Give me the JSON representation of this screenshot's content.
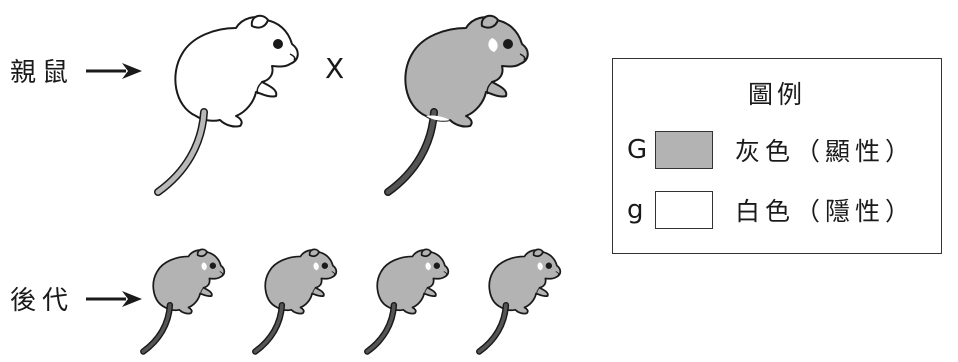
{
  "labels": {
    "parents": "親鼠",
    "offspring": "後代",
    "cross": "X"
  },
  "legend": {
    "title": "圖例",
    "items": [
      {
        "allele": "G",
        "description": "灰色（顯性）",
        "color": "#b3b3b3"
      },
      {
        "allele": "g",
        "description": "白色（隱性）",
        "color": "#ffffff"
      }
    ]
  },
  "colors": {
    "gray_fur": "#b3b3b3",
    "white_fur": "#ffffff",
    "outline": "#1a1a1a",
    "gray_tail": "#555555",
    "white_tail": "#b8b8b8"
  }
}
